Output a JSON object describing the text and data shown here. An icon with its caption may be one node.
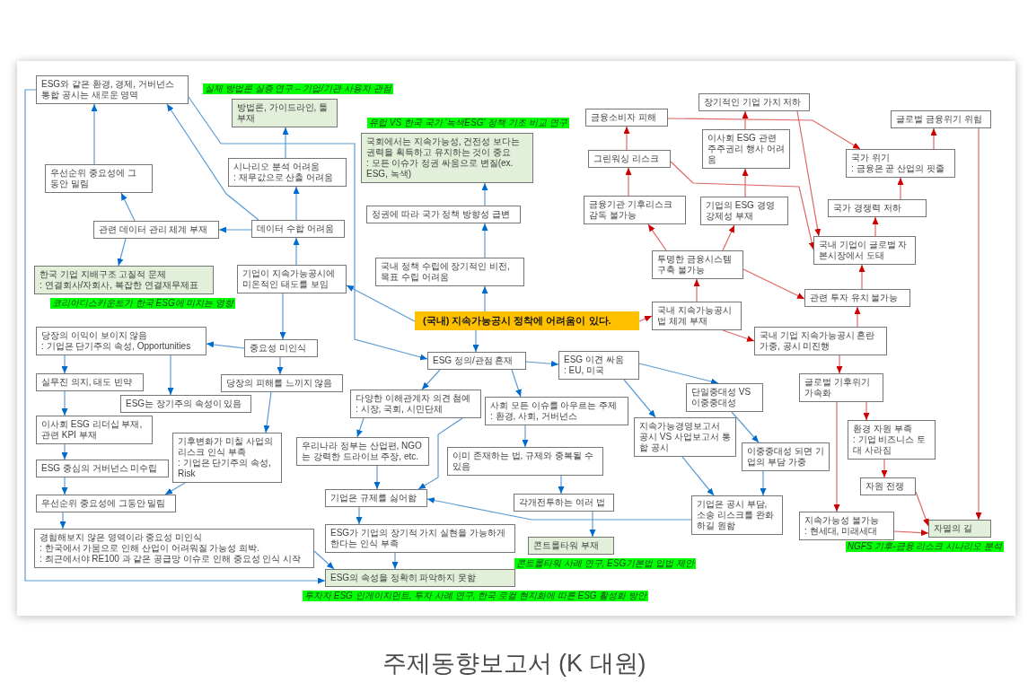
{
  "diagram": {
    "caption": "주제동향보고서 (K 대원)",
    "nodes": [
      {
        "text": [
          "ESG와 같은 환경, 경제, 거버넌스 통합 공시는 새로운 영역"
        ]
      },
      {
        "text": [
          "방법론, 가이드라인, 툴 부재"
        ],
        "beside": [
          "실제 방법론 실증 연구 – 기업/기관 사용자 관점"
        ]
      },
      {
        "text": [
          "장기적인 기업 가치 저하"
        ]
      },
      {
        "text": [
          "금융소비자 피해"
        ]
      },
      {
        "text": [
          "글로벌 금융위기 위험"
        ]
      },
      {
        "text": [
          "국회에서는 지속가능성, 건전성 보다는 권력을 획득하고 유지하는 것이 중요",
          ": 모든 이슈가 정권 싸움으로 변질(ex. ESG, 녹색)"
        ],
        "beside": [
          "유럽 VS 한국 국가 '녹색ESG' 정책 기조 비교 연구"
        ]
      },
      {
        "text": [
          "이사회 ESG 관련 주주권리 행사 어려움"
        ]
      },
      {
        "text": [
          "그린워싱 리스크"
        ]
      },
      {
        "text": [
          "국가 위기",
          ": 금융은 곧 산업의 핏줄"
        ]
      },
      {
        "text": [
          "시나리오 분석 어려움",
          ": 재무값으로 산출 어려움"
        ]
      },
      {
        "text": [
          "우선순위 중요성에 그 동안 밀림"
        ]
      },
      {
        "text": [
          "금융기관 기후리스크 감독 불가능"
        ]
      },
      {
        "text": [
          "기업의 ESG 경영 강제성 부재"
        ]
      },
      {
        "text": [
          "국가 경쟁력 저하"
        ]
      },
      {
        "text": [
          "정권에 따라 국가 정책 방향성 급변"
        ]
      },
      {
        "text": [
          "데이터 수합 어려움"
        ]
      },
      {
        "text": [
          "관련 데이터 관리 체계 부재"
        ]
      },
      {
        "text": [
          "국내 기업이 글로벌 자본시장에서 도태"
        ]
      },
      {
        "text": [
          "투명한 금융시스템 구축 불가능"
        ]
      },
      {
        "text": [
          "한국 기업 지배구조 고질적 문제",
          ": 연결회사/자회사, 복잡한 연결재무제표"
        ],
        "beside": [
          "코리아디스카운트가 한국 ESG에 미치는 영향"
        ]
      },
      {
        "text": [
          "기업이 지속가능공시에 미온적인 태도를 보임"
        ]
      },
      {
        "text": [
          "국내 정책 수립에 장기적인 비전, 목표 수립 어려움"
        ]
      },
      {
        "text": [
          "관련 투자 유치 불가능"
        ]
      },
      {
        "text": [
          "국내 지속가능공시 법 체계 부재"
        ]
      },
      {
        "text": [
          "(국내) 지속가능공시 정착에 어려움이 있다."
        ]
      },
      {
        "text": [
          "당장의 이익이 보이지 않음",
          ": 기업은 단기주의 속성, Opportunities"
        ]
      },
      {
        "text": [
          "국내 기업 지속가능공시 혼란 가중, 공시 미진행"
        ]
      },
      {
        "text": [
          "중요성 미인식"
        ]
      },
      {
        "text": [
          "ESG 정의/관점 혼재"
        ]
      },
      {
        "text": [
          "ESG 이견 싸움",
          ": EU, 미국"
        ]
      },
      {
        "text": [
          "실무진 의지, 태도 빈약"
        ]
      },
      {
        "text": [
          "당장의 피해를 느끼지 않음"
        ]
      },
      {
        "text": [
          "ESG는 장기주의 속성이 있음"
        ]
      },
      {
        "text": [
          "글로벌 기후위기 가속화"
        ]
      },
      {
        "text": [
          "다양한 이해관계자 의견 첨예",
          ": 시장, 국회, 시민단체"
        ]
      },
      {
        "text": [
          "사회 모든 이슈를 아우르는 주제",
          ": 환경, 사회, 거버넌스"
        ]
      },
      {
        "text": [
          "단일중대성 VS 이중중대성"
        ]
      },
      {
        "text": [
          "이사회 ESG 리더십 부재, 관련 KPI 부재"
        ]
      },
      {
        "text": [
          "지속가능경영보고서 공시 VS 사업보고서 통합 공시"
        ]
      },
      {
        "text": [
          "환경 자원 부족",
          ": 기업 비즈니스 토대 사라짐"
        ]
      },
      {
        "text": [
          "기후변화가 미칠 사업의 리스크 인식 부족",
          ": 기업은 단기주의 속성, Risk"
        ]
      },
      {
        "text": [
          "우리나라 정부는 산업편, NGO는 강력한 드라이브 주장, etc."
        ]
      },
      {
        "text": [
          "이중중대성 되면 기업의 부담 가중"
        ]
      },
      {
        "text": [
          "이미 존재하는 법, 규제와 중복될 수 있음"
        ]
      },
      {
        "text": [
          "ESG 중심의 거버넌스 미수립"
        ]
      },
      {
        "text": [
          "자원 전쟁"
        ]
      },
      {
        "text": [
          "기업은 규제를 싫어함"
        ]
      },
      {
        "text": [
          "각개전투하는 여러 법"
        ]
      },
      {
        "text": [
          "우선순위 중요성에 그동안 밀림"
        ]
      },
      {
        "text": [
          "기업은 공시 부담, 소송 리스크를 완화하길 원함"
        ]
      },
      {
        "text": [
          "지속가능성 불가능",
          ": 현세대, 미래세대"
        ]
      },
      {
        "text": [
          "자멸의 길"
        ],
        "beside": [
          "NGFS 기후-금융 리스크 시나리오 분석"
        ]
      },
      {
        "text": [
          "ESG가 기업의 장기적 가치 실현을 가능하게 한다는 인식 부족"
        ]
      },
      {
        "text": [
          "콘트롤타워 부재"
        ],
        "beside": [
          "콘트롤타워 사례 연구, ESG기본법 입법 제안"
        ]
      },
      {
        "text": [
          "경험해보지 않은 영역이라 중요성 미인식",
          ": 한국에서 가뭄으로 인해 산업이 어려워질 가능성 희박.",
          ": 최근에서야 RE100 과 같은 공급망 이슈로 인해 중요성 인식 시작"
        ]
      },
      {
        "text": [
          "ESG의 속성을 정확히 파악하지 못함"
        ],
        "beside": [
          "투자자 ESG 인게이지먼트, 투자 사례 연구, 한국 로컬 현지화에 따른 ESG 활성화 방안"
        ]
      }
    ],
    "edges": [
      {
        "from": 24,
        "to": 21,
        "arrow": "to"
      },
      {
        "from": 21,
        "to": 14,
        "arrow": "to"
      },
      {
        "from": 14,
        "to": 5,
        "arrow": "to"
      },
      {
        "from": 24,
        "to": 20,
        "arrow": "to"
      },
      {
        "from": 20,
        "to": 15,
        "arrow": "to"
      },
      {
        "from": 15,
        "to": 9,
        "arrow": "to"
      },
      {
        "from": 9,
        "to": 1,
        "arrow": "to"
      },
      {
        "from": 15,
        "to": 16,
        "arrow": "to"
      },
      {
        "from": 15,
        "to": 0,
        "arrow": "to"
      },
      {
        "from": 16,
        "to": 10,
        "arrow": "to"
      },
      {
        "from": 16,
        "to": 19,
        "arrow": "to"
      },
      {
        "from": 10,
        "to": 0,
        "arrow": "to"
      },
      {
        "from": 20,
        "to": 27,
        "arrow": "to"
      },
      {
        "from": 27,
        "to": 25,
        "arrow": "to"
      },
      {
        "from": 27,
        "to": 31,
        "arrow": "to"
      },
      {
        "from": 25,
        "to": 30,
        "arrow": "to"
      },
      {
        "from": 25,
        "to": 32,
        "arrow": "to"
      },
      {
        "from": 30,
        "to": 37,
        "arrow": "to"
      },
      {
        "from": 37,
        "to": 44,
        "arrow": "to"
      },
      {
        "from": 44,
        "to": 48,
        "arrow": "to"
      },
      {
        "from": 48,
        "to": 54,
        "arrow": "to"
      },
      {
        "from": 31,
        "to": 40,
        "arrow": "to"
      },
      {
        "from": 40,
        "to": 48,
        "arrow": "to"
      },
      {
        "from": 54,
        "to": 55,
        "arrow": "to"
      },
      {
        "from": 0,
        "to": 55,
        "arrow": "to"
      },
      {
        "from": 0,
        "to": 28,
        "arrow": "to"
      },
      {
        "from": 24,
        "to": 28,
        "arrow": "to"
      },
      {
        "from": 28,
        "to": 29,
        "arrow": "to"
      },
      {
        "from": 28,
        "to": 34,
        "arrow": "to"
      },
      {
        "from": 28,
        "to": 35,
        "arrow": "to"
      },
      {
        "from": 29,
        "to": 38,
        "arrow": "to"
      },
      {
        "from": 29,
        "to": 36,
        "arrow": "to"
      },
      {
        "from": 35,
        "to": 43,
        "arrow": "to"
      },
      {
        "from": 43,
        "to": 47,
        "arrow": "to"
      },
      {
        "from": 47,
        "to": 53,
        "arrow": "to"
      },
      {
        "from": 34,
        "to": 41,
        "arrow": "to"
      },
      {
        "from": 34,
        "to": 46,
        "arrow": "to"
      },
      {
        "from": 41,
        "to": 46,
        "arrow": "to"
      },
      {
        "from": 46,
        "to": 52,
        "arrow": "to"
      },
      {
        "from": 52,
        "to": 55,
        "arrow": "to"
      },
      {
        "from": 36,
        "to": 42,
        "arrow": "to"
      },
      {
        "from": 42,
        "to": 49,
        "arrow": "to"
      },
      {
        "from": 38,
        "to": 49,
        "arrow": "to"
      },
      {
        "from": 49,
        "to": 46,
        "arrow": "to"
      },
      {
        "from": 24,
        "to": 23,
        "arrow": "to",
        "color": "#e06666"
      },
      {
        "from": 23,
        "to": 18,
        "arrow": "to",
        "color": "#e06666"
      },
      {
        "from": 18,
        "to": 11,
        "arrow": "to",
        "color": "#e06666"
      },
      {
        "from": 18,
        "to": 12,
        "arrow": "to",
        "color": "#e06666"
      },
      {
        "from": 11,
        "to": 7,
        "arrow": "to",
        "color": "#e06666"
      },
      {
        "from": 7,
        "to": 3,
        "arrow": "to",
        "color": "#e06666"
      },
      {
        "from": 12,
        "to": 6,
        "arrow": "to",
        "color": "#e06666"
      },
      {
        "from": 6,
        "to": 2,
        "arrow": "to",
        "color": "#e06666"
      },
      {
        "from": 3,
        "to": 8,
        "arrow": "to",
        "color": "#e06666"
      },
      {
        "from": 2,
        "to": 17,
        "arrow": "to",
        "color": "#e06666"
      },
      {
        "from": 7,
        "to": 17,
        "arrow": "to",
        "color": "#e06666"
      },
      {
        "from": 18,
        "to": 22,
        "arrow": "to",
        "color": "#e06666"
      },
      {
        "from": 23,
        "to": 26,
        "arrow": "to",
        "color": "#e06666"
      },
      {
        "from": 26,
        "to": 22,
        "arrow": "to",
        "color": "#e06666"
      },
      {
        "from": 22,
        "to": 17,
        "arrow": "to",
        "color": "#e06666"
      },
      {
        "from": 17,
        "to": 13,
        "arrow": "to",
        "color": "#e06666"
      },
      {
        "from": 13,
        "to": 8,
        "arrow": "to",
        "color": "#e06666"
      },
      {
        "from": 8,
        "to": 4,
        "arrow": "to",
        "color": "#e06666"
      },
      {
        "from": 4,
        "to": 51,
        "arrow": "to",
        "color": "#e06666"
      },
      {
        "from": 26,
        "to": 33,
        "arrow": "to",
        "color": "#e06666"
      },
      {
        "from": 33,
        "to": 39,
        "arrow": "to",
        "color": "#e06666"
      },
      {
        "from": 33,
        "to": 50,
        "arrow": "to",
        "color": "#e06666"
      },
      {
        "from": 39,
        "to": 45,
        "arrow": "to",
        "color": "#e06666"
      },
      {
        "from": 45,
        "to": 51,
        "arrow": "to",
        "color": "#e06666"
      },
      {
        "from": 50,
        "to": 51,
        "arrow": "to",
        "color": "#e06666"
      }
    ]
  }
}
